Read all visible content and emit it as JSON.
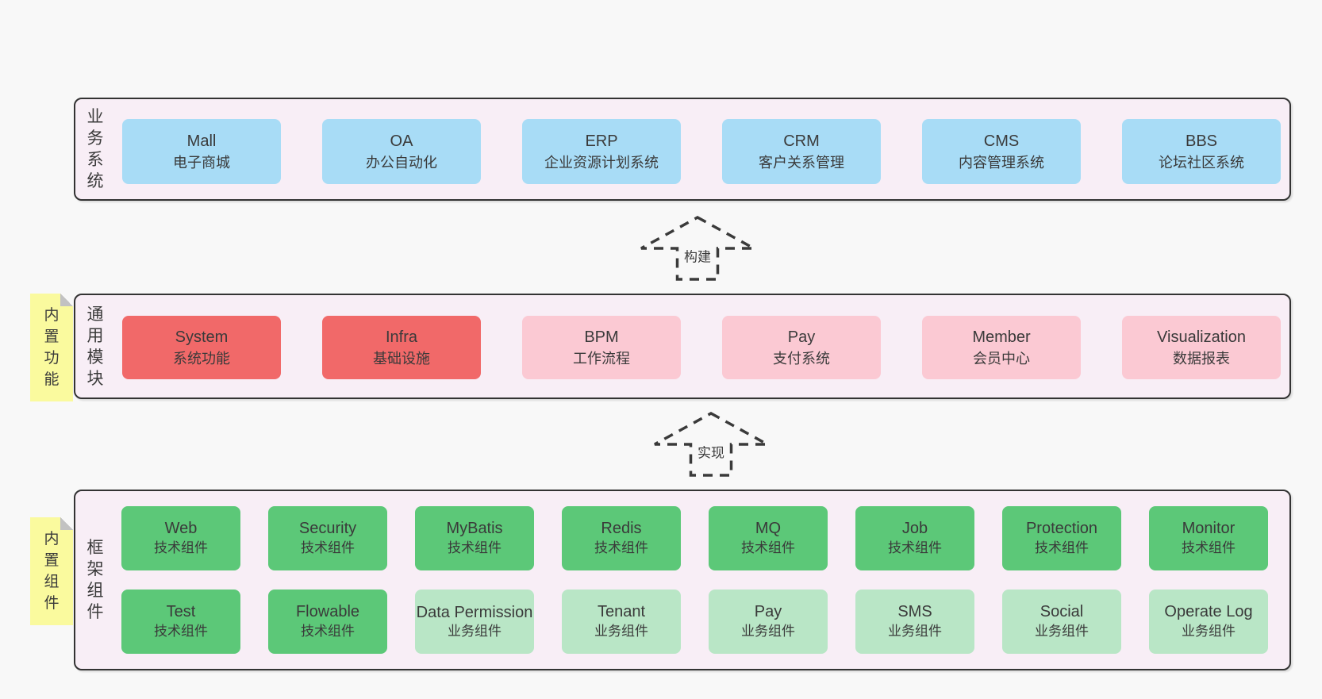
{
  "colors": {
    "page_bg": "#f8f8f8",
    "panel_bg": "#f8eef6",
    "panel_border": "#333333",
    "blue_box": "#a8dcf6",
    "red_box": "#f16969",
    "pink_box": "#fbc9d3",
    "green_box": "#5cc878",
    "light_green_box": "#b9e6c6",
    "sticky_yellow": "#fafa9e",
    "text": "#3a3a3a"
  },
  "layers": {
    "business": {
      "side_label": "业务系统",
      "boxes": [
        {
          "en": "Mall",
          "zh": "电子商城"
        },
        {
          "en": "OA",
          "zh": "办公自动化"
        },
        {
          "en": "ERP",
          "zh": "企业资源计划系统"
        },
        {
          "en": "CRM",
          "zh": "客户关系管理"
        },
        {
          "en": "CMS",
          "zh": "内容管理系统"
        },
        {
          "en": "BBS",
          "zh": "论坛社区系统"
        }
      ]
    },
    "modules": {
      "side_label": "通用模块",
      "sticky_note": "内置功能",
      "boxes": [
        {
          "en": "System",
          "zh": "系统功能",
          "variant": "red"
        },
        {
          "en": "Infra",
          "zh": "基础设施",
          "variant": "red"
        },
        {
          "en": "BPM",
          "zh": "工作流程",
          "variant": "pink"
        },
        {
          "en": "Pay",
          "zh": "支付系统",
          "variant": "pink"
        },
        {
          "en": "Member",
          "zh": "会员中心",
          "variant": "pink"
        },
        {
          "en": "Visualization",
          "zh": "数据报表",
          "variant": "pink"
        }
      ]
    },
    "framework": {
      "side_label": "框架组件",
      "sticky_note": "内置组件",
      "row1": [
        {
          "en": "Web",
          "zh": "技术组件"
        },
        {
          "en": "Security",
          "zh": "技术组件"
        },
        {
          "en": "MyBatis",
          "zh": "技术组件"
        },
        {
          "en": "Redis",
          "zh": "技术组件"
        },
        {
          "en": "MQ",
          "zh": "技术组件"
        },
        {
          "en": "Job",
          "zh": "技术组件"
        },
        {
          "en": "Protection",
          "zh": "技术组件"
        },
        {
          "en": "Monitor",
          "zh": "技术组件"
        }
      ],
      "row2": [
        {
          "en": "Test",
          "zh": "技术组件",
          "variant": "green"
        },
        {
          "en": "Flowable",
          "zh": "技术组件",
          "variant": "green"
        },
        {
          "en": "Data Permission",
          "zh": "业务组件",
          "variant": "light"
        },
        {
          "en": "Tenant",
          "zh": "业务组件",
          "variant": "light"
        },
        {
          "en": "Pay",
          "zh": "业务组件",
          "variant": "light"
        },
        {
          "en": "SMS",
          "zh": "业务组件",
          "variant": "light"
        },
        {
          "en": "Social",
          "zh": "业务组件",
          "variant": "light"
        },
        {
          "en": "Operate Log",
          "zh": "业务组件",
          "variant": "light"
        }
      ]
    }
  },
  "arrows": [
    {
      "label": "构建"
    },
    {
      "label": "实现"
    }
  ]
}
